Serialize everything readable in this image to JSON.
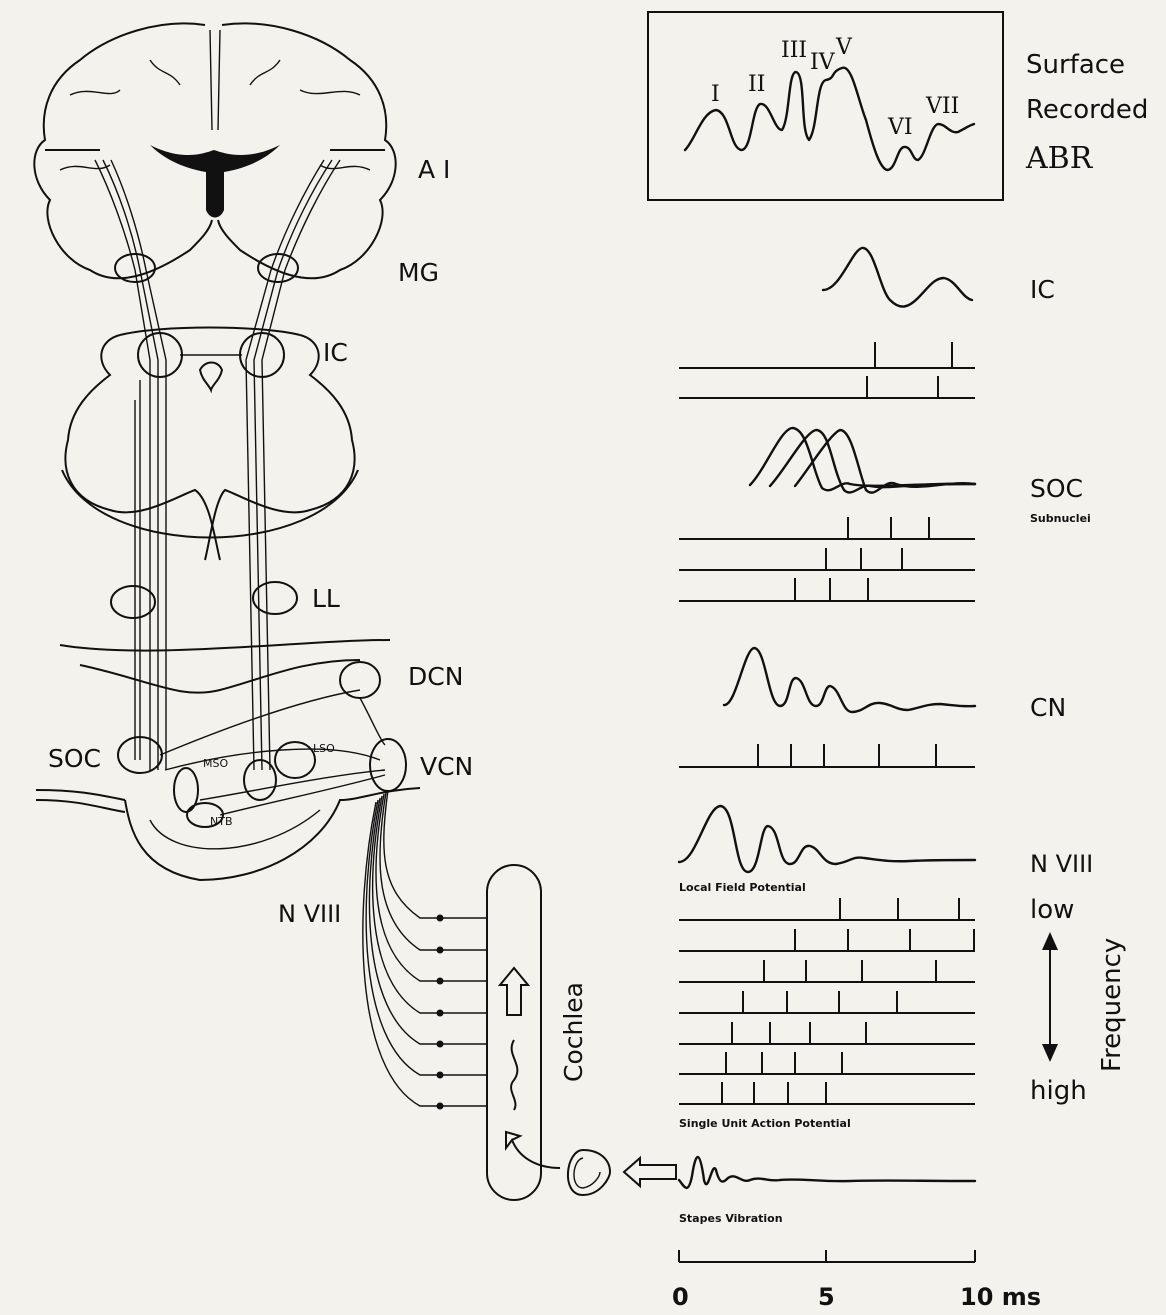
{
  "abr_box": {
    "peaks": [
      "I",
      "II",
      "III",
      "IV",
      "V",
      "VI",
      "VII"
    ],
    "title_line1": "Surface",
    "title_line2": "Recorded",
    "title_line3": "ABR"
  },
  "brain_labels": {
    "a1": "A I",
    "mg": "MG",
    "ic": "IC",
    "ll": "LL",
    "dcn": "DCN",
    "soc": "SOC",
    "mso": "MSO",
    "lso": "LSO",
    "vcn": "VCN",
    "ntb": "NTB",
    "n8": "N VIII",
    "cochlea": "Cochlea"
  },
  "trace_labels": {
    "ic": "IC",
    "soc": "SOC",
    "soc_sub": "Subnuclei",
    "cn": "CN",
    "n8": "N VIII",
    "low": "low",
    "high": "high",
    "frequency": "Frequency",
    "lfp": "Local Field Potential",
    "suap": "Single Unit Action Potential",
    "stapes": "Stapes Vibration"
  },
  "time_axis": {
    "ticks": [
      "0",
      "5",
      "10 ms"
    ]
  }
}
